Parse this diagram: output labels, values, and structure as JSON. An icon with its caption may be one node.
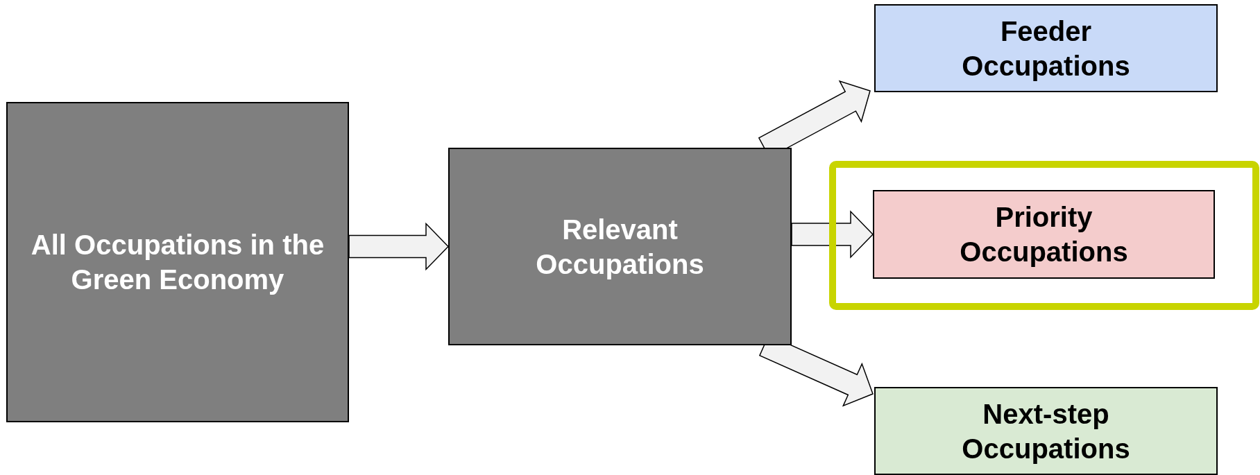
{
  "diagram": {
    "nodes": [
      {
        "text": [
          "All Occupations in the Green Economy"
        ]
      },
      {
        "text": [
          "Relevant Occupations"
        ]
      },
      {
        "text": [
          "Feeder Occupations"
        ]
      },
      {
        "text": [
          "Priority Occupations"
        ]
      },
      {
        "text": [
          "Next-step Occupations"
        ]
      }
    ],
    "edges": [
      {
        "from": 0,
        "to": 1,
        "arrow": "to"
      },
      {
        "from": 1,
        "to": 2,
        "arrow": "to"
      },
      {
        "from": 1,
        "to": 3,
        "arrow": "to"
      },
      {
        "from": 1,
        "to": 4,
        "arrow": "to"
      }
    ]
  }
}
